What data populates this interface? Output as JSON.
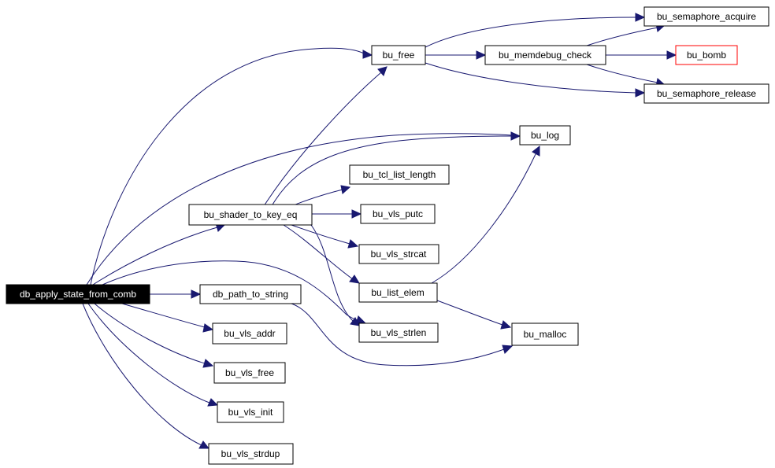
{
  "graph": {
    "nodes": {
      "db_apply_state_from_comb": "db_apply_state_from_comb",
      "bu_free": "bu_free",
      "bu_semaphore_acquire": "bu_semaphore_acquire",
      "bu_memdebug_check": "bu_memdebug_check",
      "bu_bomb": "bu_bomb",
      "bu_semaphore_release": "bu_semaphore_release",
      "bu_log": "bu_log",
      "bu_tcl_list_length": "bu_tcl_list_length",
      "bu_shader_to_key_eq": "bu_shader_to_key_eq",
      "bu_vls_putc": "bu_vls_putc",
      "bu_vls_strcat": "bu_vls_strcat",
      "bu_list_elem": "bu_list_elem",
      "db_path_to_string": "db_path_to_string",
      "bu_vls_strlen": "bu_vls_strlen",
      "bu_malloc": "bu_malloc",
      "bu_vls_addr": "bu_vls_addr",
      "bu_vls_free": "bu_vls_free",
      "bu_vls_init": "bu_vls_init",
      "bu_vls_strdup": "bu_vls_strdup"
    },
    "edges": [
      [
        "db_apply_state_from_comb",
        "bu_free"
      ],
      [
        "db_apply_state_from_comb",
        "bu_log"
      ],
      [
        "db_apply_state_from_comb",
        "bu_shader_to_key_eq"
      ],
      [
        "db_apply_state_from_comb",
        "db_path_to_string"
      ],
      [
        "db_apply_state_from_comb",
        "bu_vls_strlen"
      ],
      [
        "db_apply_state_from_comb",
        "bu_vls_addr"
      ],
      [
        "db_apply_state_from_comb",
        "bu_vls_free"
      ],
      [
        "db_apply_state_from_comb",
        "bu_vls_init"
      ],
      [
        "db_apply_state_from_comb",
        "bu_vls_strdup"
      ],
      [
        "bu_free",
        "bu_semaphore_acquire"
      ],
      [
        "bu_free",
        "bu_memdebug_check"
      ],
      [
        "bu_free",
        "bu_semaphore_release"
      ],
      [
        "bu_memdebug_check",
        "bu_semaphore_acquire"
      ],
      [
        "bu_memdebug_check",
        "bu_bomb"
      ],
      [
        "bu_memdebug_check",
        "bu_semaphore_release"
      ],
      [
        "bu_shader_to_key_eq",
        "bu_free"
      ],
      [
        "bu_shader_to_key_eq",
        "bu_log"
      ],
      [
        "bu_shader_to_key_eq",
        "bu_tcl_list_length"
      ],
      [
        "bu_shader_to_key_eq",
        "bu_vls_putc"
      ],
      [
        "bu_shader_to_key_eq",
        "bu_vls_strcat"
      ],
      [
        "bu_shader_to_key_eq",
        "bu_list_elem"
      ],
      [
        "bu_shader_to_key_eq",
        "bu_vls_strlen"
      ],
      [
        "bu_list_elem",
        "bu_log"
      ],
      [
        "bu_list_elem",
        "bu_malloc"
      ],
      [
        "db_path_to_string",
        "bu_malloc"
      ]
    ]
  },
  "colors": {
    "edge": "#191970",
    "root_fill": "#000000",
    "root_text": "#ffffff",
    "highlight_border": "#ff0000"
  }
}
